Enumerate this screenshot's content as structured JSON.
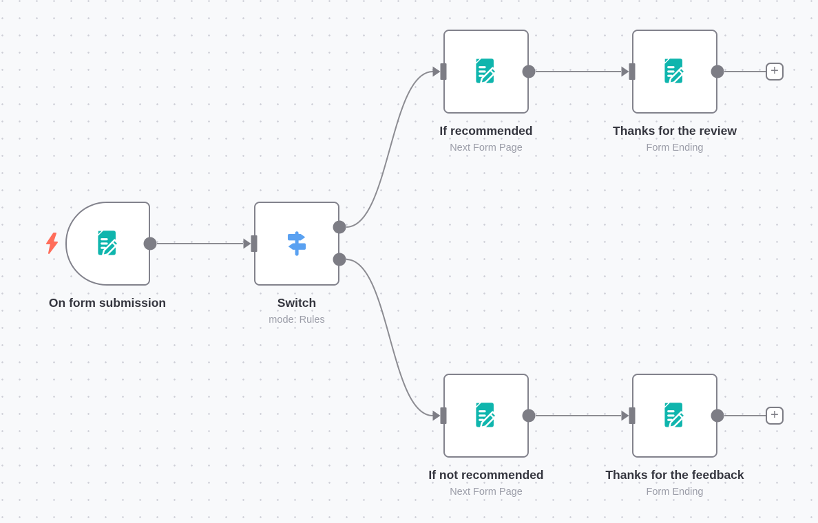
{
  "canvas": {
    "background": "#f8f9fb",
    "dot_color": "#cdced6"
  },
  "colors": {
    "node_border": "#82828c",
    "node_background": "#ffffff",
    "connector": "#8c8c92",
    "endpoint": "#7d7d85",
    "title_text": "#35363f",
    "subtitle_text": "#9b9da8",
    "form_icon": "#0fb5ad",
    "switch_icon": "#5aa1f1",
    "trigger_bolt": "#ff6d5a"
  },
  "icons": {
    "trigger": "lightning-bolt",
    "form": "form-document-pencil",
    "switch": "signpost",
    "add": "plus"
  },
  "nodes": {
    "trigger": {
      "title": "On form submission",
      "subtitle": ""
    },
    "switch": {
      "title": "Switch",
      "subtitle": "mode: Rules"
    },
    "if_recommended": {
      "title": "If recommended",
      "subtitle": "Next Form Page"
    },
    "thanks_review": {
      "title": "Thanks for the review",
      "subtitle": "Form Ending"
    },
    "if_not_recommended": {
      "title": "If not recommended",
      "subtitle": "Next Form Page"
    },
    "thanks_feedback": {
      "title": "Thanks for the feedback",
      "subtitle": "Form Ending"
    }
  },
  "plus_button": {
    "glyph": "+"
  }
}
